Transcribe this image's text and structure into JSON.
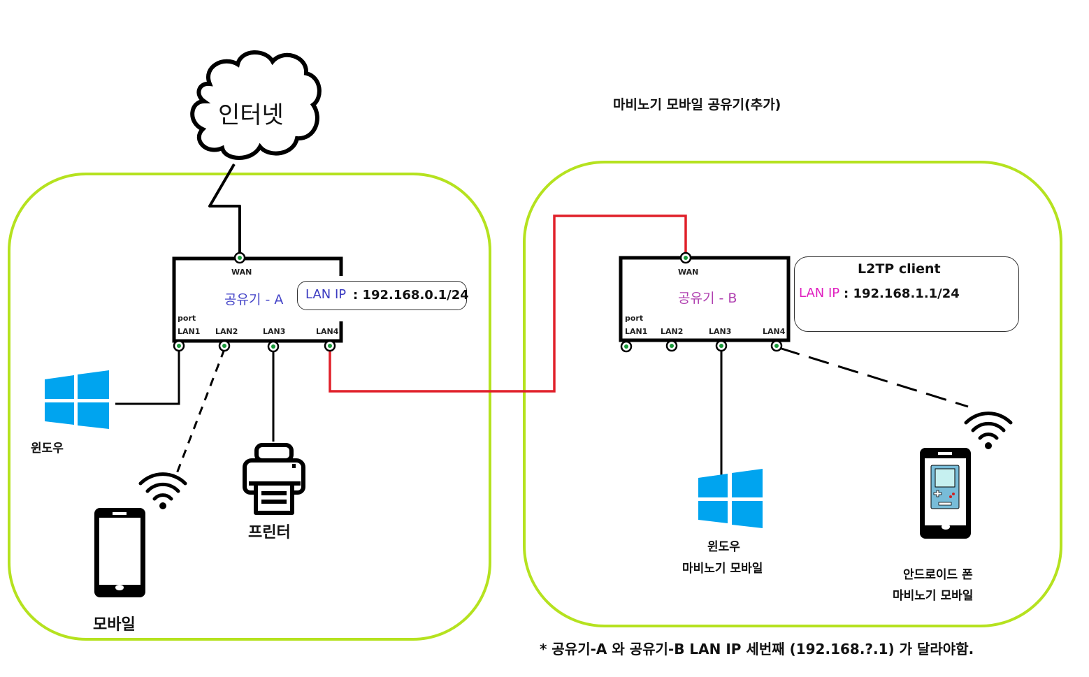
{
  "title": "마비노기 모바일 공유기(추가)",
  "internet": {
    "label": "인터넷"
  },
  "colors": {
    "zone_border": "#b5e21f",
    "red_cable": "#e0202a",
    "router_a_text": "#4545c8",
    "router_b_text": "#b040b0",
    "lan_ip_a": "#3a3ac0",
    "lan_ip_b": "#e020c0",
    "port_green": "#1a9a3a",
    "windows_blue": "#00a4ef"
  },
  "router_a": {
    "name": "공유기 - A",
    "wan_label": "WAN",
    "port_label": "port",
    "lan_ports": [
      "LAN1",
      "LAN2",
      "LAN3",
      "LAN4"
    ],
    "lan_ip_label": "LAN IP",
    "lan_ip_sep": " : ",
    "lan_ip_value": "192.168.0.1/24"
  },
  "router_b": {
    "name": "공유기 - B",
    "wan_label": "WAN",
    "port_label": "port",
    "lan_ports": [
      "LAN1",
      "LAN2",
      "LAN3",
      "LAN4"
    ],
    "mode_label": "L2TP client",
    "lan_ip_label": "LAN IP",
    "lan_ip_sep": " : ",
    "lan_ip_value": "192.168.1.1/24"
  },
  "devices_a": {
    "windows": "윈도우",
    "mobile": "모바일",
    "printer": "프린터"
  },
  "devices_b": {
    "windows_line1": "윈도우",
    "windows_line2": "마비노기 모바일",
    "android_line1": "안드로이드 폰",
    "android_line2": "마비노기 모바일"
  },
  "footnote": "* 공유기-A 와 공유기-B LAN IP 세번째 (192.168.?.1) 가 달라야함."
}
